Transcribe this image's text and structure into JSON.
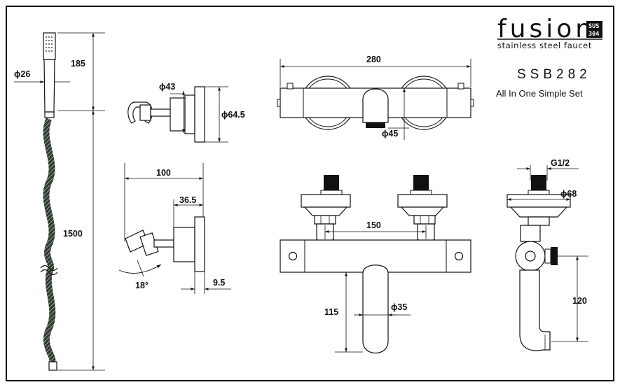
{
  "brand": {
    "name": "fusion",
    "badge_top": "SUS",
    "badge_bottom": "304",
    "tagline": "stainless steel faucet"
  },
  "product": {
    "model": "SSB282",
    "description": "All In One Simple Set"
  },
  "dimensions": {
    "hand_shower_diameter": "ϕ26",
    "hand_shower_length": "185",
    "hose_length": "1500",
    "holder_diameter": "ϕ43",
    "holder_flange_diameter": "ϕ64.5",
    "mixer_width": "280",
    "spout_diameter_top": "ϕ45",
    "holder_projection": "100",
    "holder_depth": "36.5",
    "holder_angle": "18°",
    "holder_flange_thickness": "9.5",
    "inlet_spacing": "150",
    "spout_length": "115",
    "spout_diameter": "ϕ35",
    "inlet_thread": "G1/2",
    "escutcheon_diameter": "ϕ68",
    "outlet_height": "120"
  }
}
